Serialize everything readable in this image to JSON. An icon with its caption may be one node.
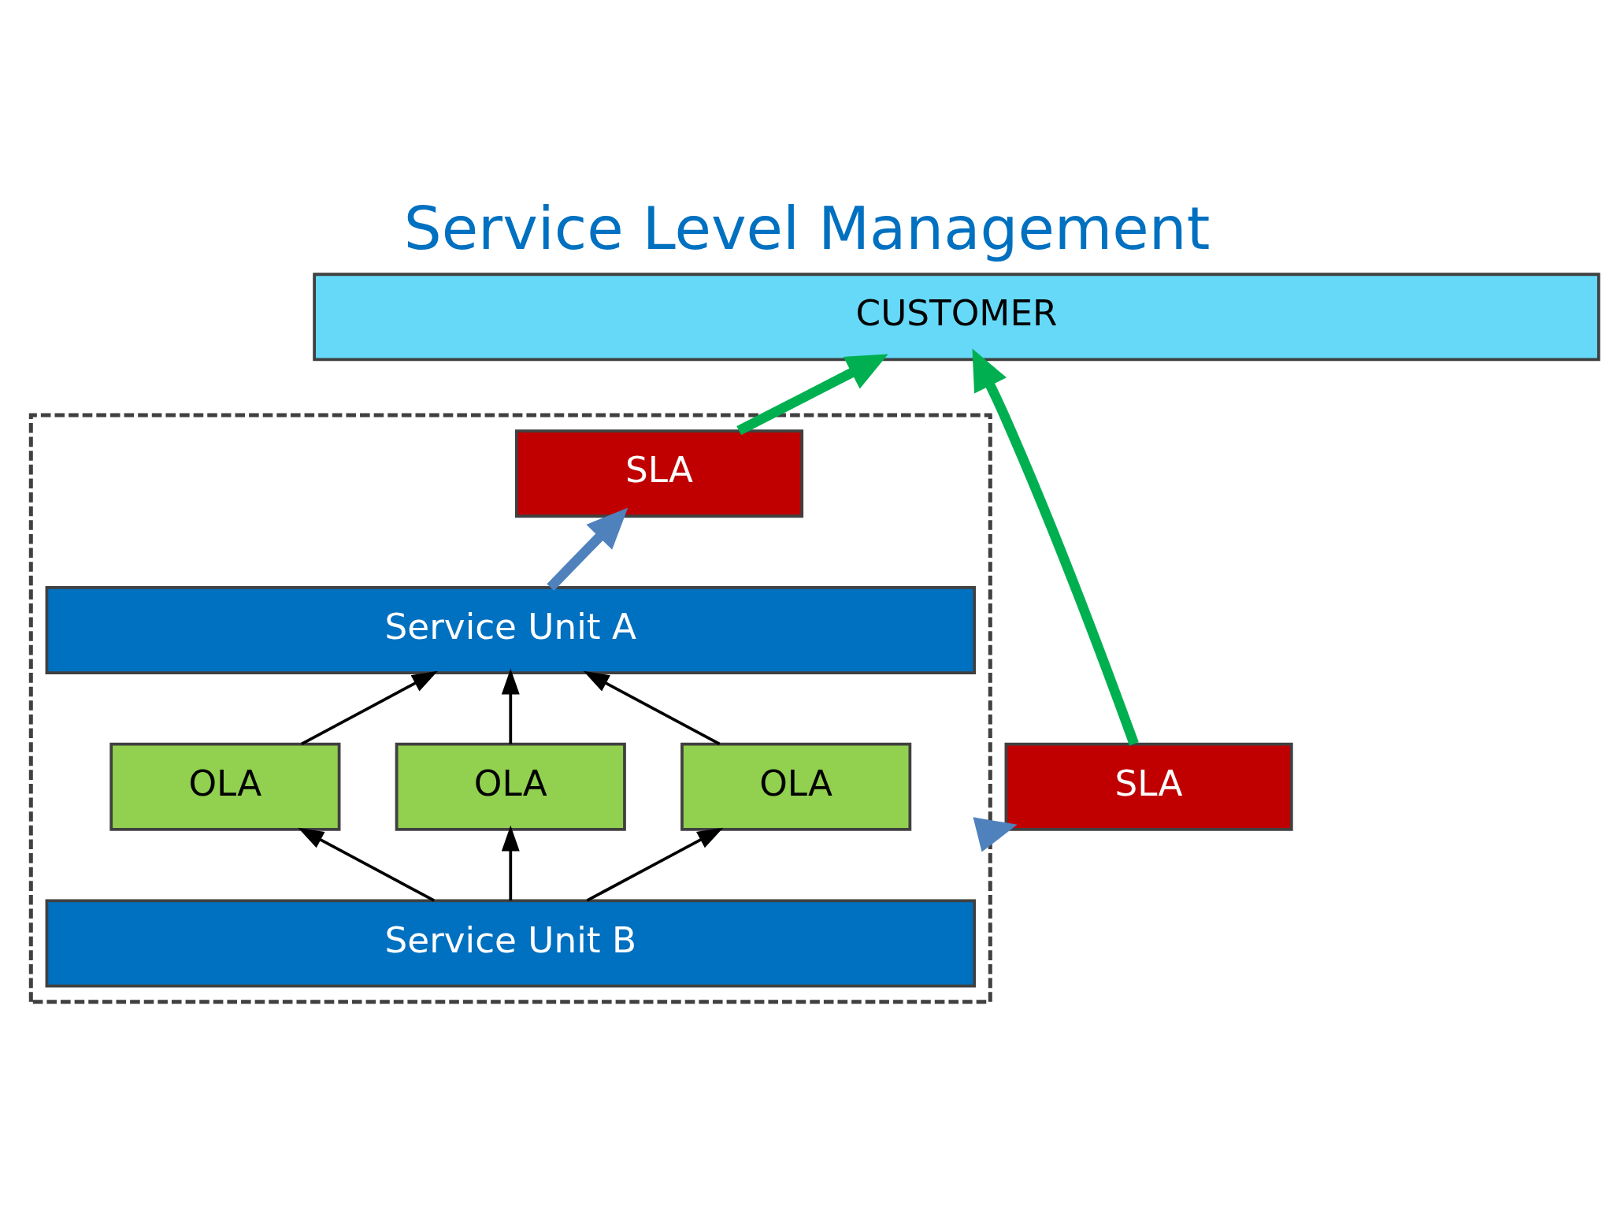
{
  "diagram": {
    "title": "Service Level Management",
    "nodes": [
      {
        "text": [
          "CUSTOMER"
        ]
      },
      {
        "text": [],
        "shape": "box"
      },
      {
        "text": [
          "SLA"
        ]
      },
      {
        "text": [
          "SLA"
        ],
        "in": 1
      },
      {
        "text": [
          "Service Unit A"
        ],
        "in": 1
      },
      {
        "text": [
          "OLA"
        ],
        "in": 1
      },
      {
        "text": [
          "OLA"
        ],
        "in": 1
      },
      {
        "text": [
          "OLA"
        ],
        "in": 1
      },
      {
        "text": [
          "Service Unit B"
        ],
        "in": 1
      }
    ],
    "edges": [
      {
        "from": 2,
        "to": 0,
        "arrow": "to",
        "style": "thick",
        "color": "#00b050"
      },
      {
        "from": 3,
        "to": 0,
        "arrow": "to",
        "style": "thick",
        "color": "#00b050"
      },
      {
        "from": 4,
        "to": 3,
        "arrow": "to",
        "style": "thick",
        "color": "#4f81bd"
      },
      {
        "from": 5,
        "to": 4,
        "arrow": "to"
      },
      {
        "from": 6,
        "to": 4,
        "arrow": "to"
      },
      {
        "from": 7,
        "to": 4,
        "arrow": "to"
      },
      {
        "from": 8,
        "to": 5,
        "arrow": "to"
      },
      {
        "from": 8,
        "to": 6,
        "arrow": "to"
      },
      {
        "from": 8,
        "to": 7,
        "arrow": "to"
      },
      {
        "from": 1,
        "to": 2,
        "arrow": "to",
        "style": "thick",
        "color": "#4f81bd"
      }
    ]
  }
}
